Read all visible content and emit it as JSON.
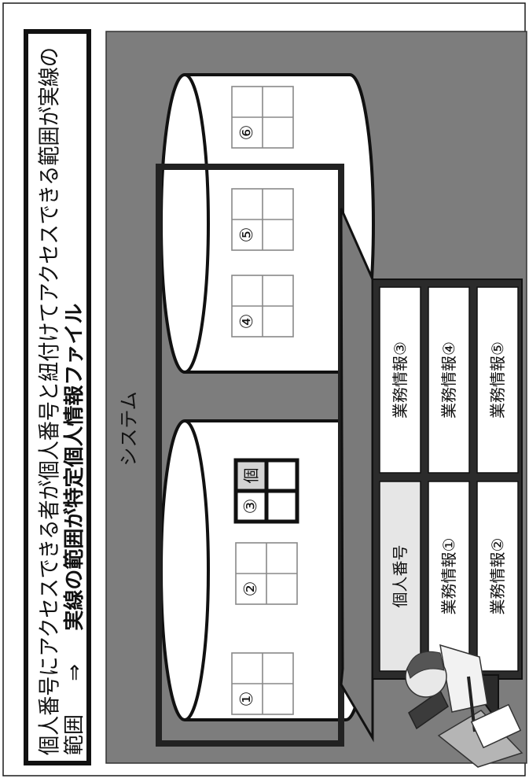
{
  "diagram": {
    "note": {
      "line1": "個人番号にアクセスできる者が個人番号と紐付けてアクセスできる範囲が実線の",
      "line2_prefix": "範囲",
      "arrow": "⇒",
      "line2_bold": "実線の範囲が特定個人情報ファイル"
    },
    "system_label": "システム",
    "table_labels": [
      "①",
      "②",
      "③",
      "④",
      "⑤",
      "⑥"
    ],
    "highlight_cell_label": "個",
    "record": {
      "cells": [
        "個人番号",
        "業務情報①",
        "業務情報②",
        "業務情報③",
        "業務情報④",
        "業務情報⑤"
      ]
    },
    "colors": {
      "system_bg": "#7d7d7d",
      "outline": "#1a1a1a",
      "record_bg": "#2b2b2b",
      "highlight_cell_bg": "#d4d4d4"
    }
  }
}
